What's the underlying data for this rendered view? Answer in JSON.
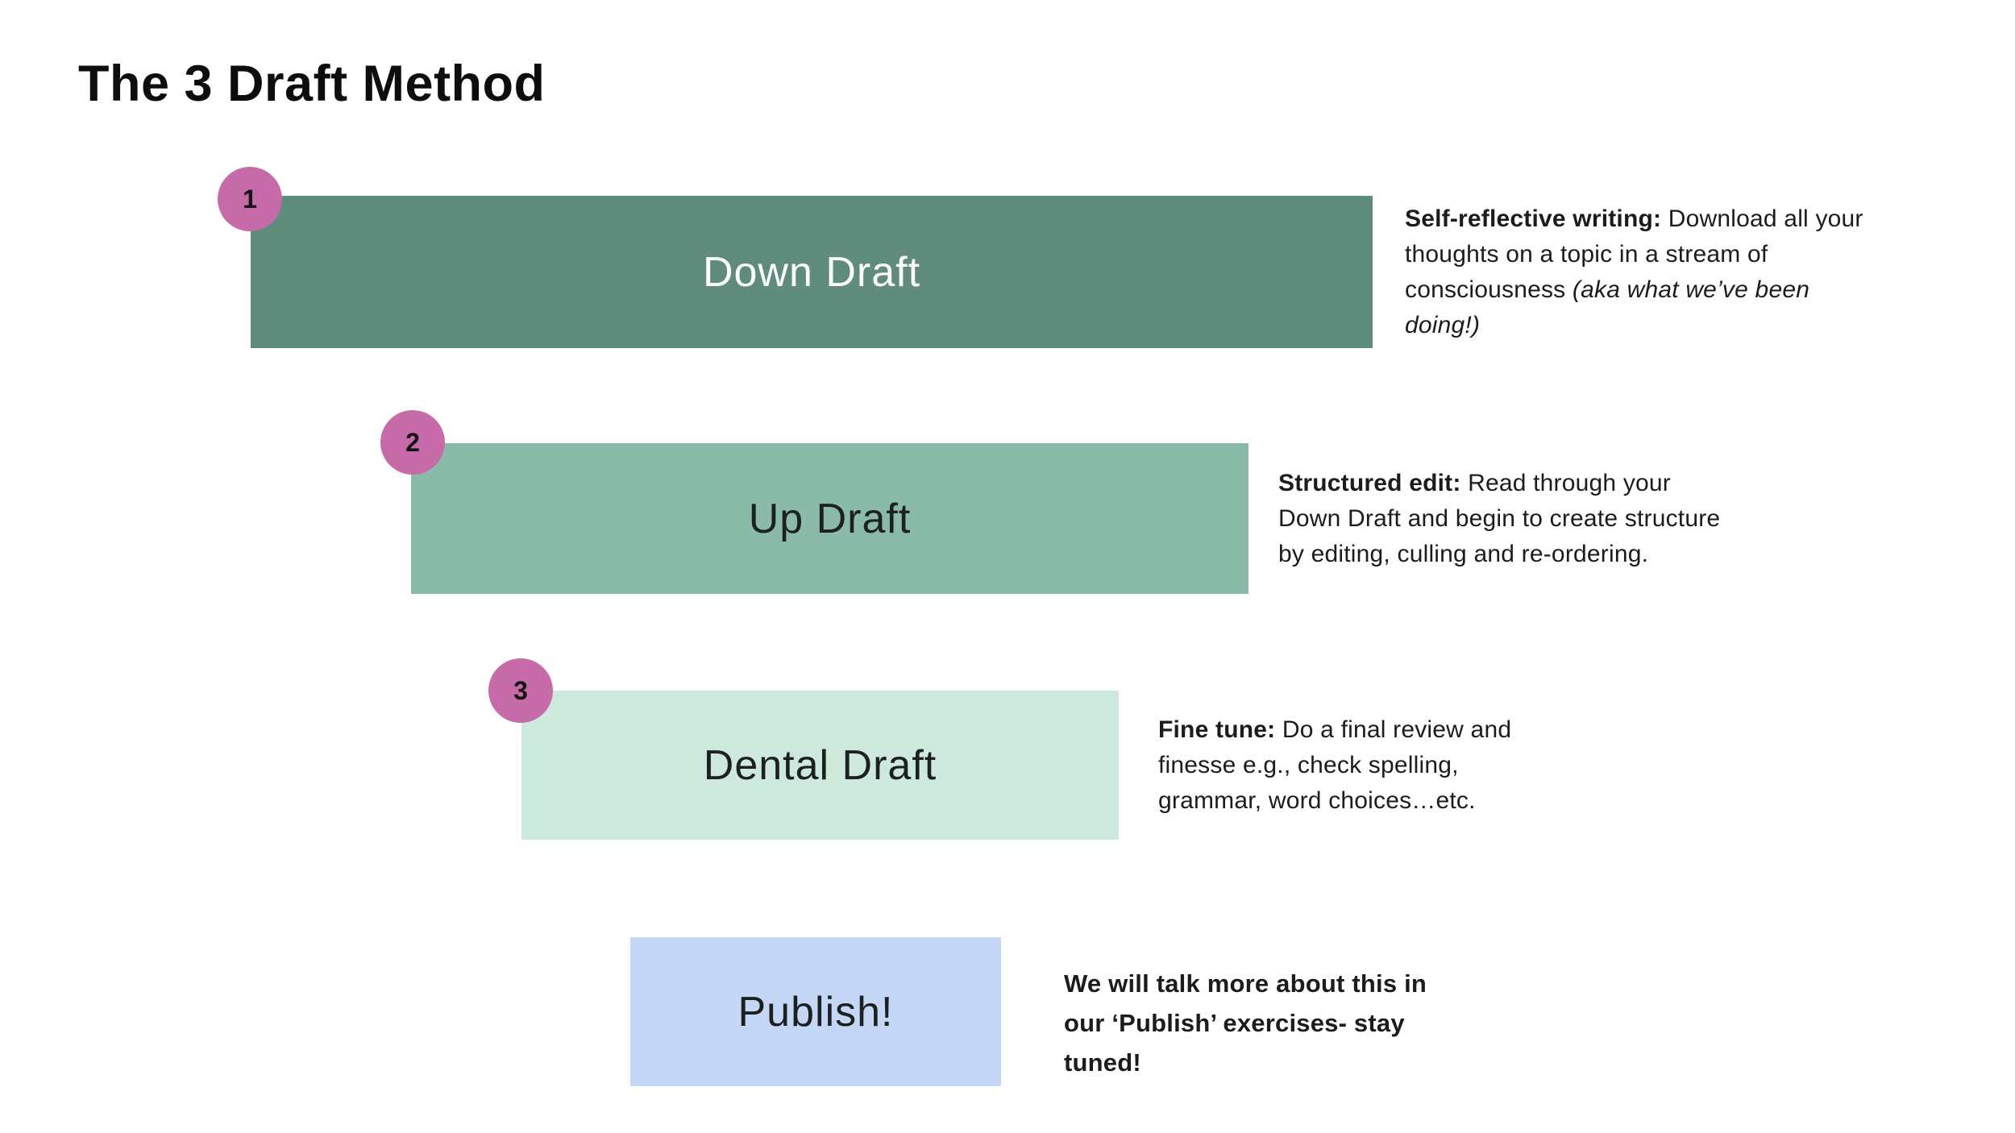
{
  "title": "The 3 Draft Method",
  "colors": {
    "badge": "#c76ba8",
    "badge_number": "#141414",
    "bar1": "#5f8c7c",
    "bar2": "#8abba9",
    "bar3": "#cde8dd",
    "bar4": "#c5d7f7",
    "bar1_label": "#fbfdfc",
    "bar_dark_label": "#1c211f",
    "body_text": "#1c1c1c"
  },
  "steps": [
    {
      "number": "1",
      "label": "Down Draft",
      "desc_lines": [
        [
          {
            "t": "Self-reflective writing:",
            "b": true
          },
          {
            "t": " Download all your"
          }
        ],
        [
          {
            "t": "thoughts on a topic in a stream of"
          }
        ],
        [
          {
            "t": "consciousness "
          },
          {
            "t": "(aka what we’ve been",
            "i": true
          }
        ],
        [
          {
            "t": "doing!)",
            "i": true
          }
        ]
      ]
    },
    {
      "number": "2",
      "label": "Up Draft",
      "desc_lines": [
        [
          {
            "t": "Structured edit:",
            "b": true
          },
          {
            "t": " Read through your"
          }
        ],
        [
          {
            "t": "Down Draft and begin to create structure"
          }
        ],
        [
          {
            "t": "by editing, culling and re-ordering."
          }
        ]
      ]
    },
    {
      "number": "3",
      "label": "Dental Draft",
      "desc_lines": [
        [
          {
            "t": "Fine tune:",
            "b": true
          },
          {
            "t": " Do a final review and"
          }
        ],
        [
          {
            "t": "finesse e.g., check spelling,"
          }
        ],
        [
          {
            "t": "grammar, word choices…etc."
          }
        ]
      ]
    }
  ],
  "publish": {
    "label": "Publish!",
    "desc_lines": [
      [
        {
          "t": "We will talk more about this in",
          "b": true
        }
      ],
      [
        {
          "t": "our ‘Publish’ exercises- stay",
          "b": true
        }
      ],
      [
        {
          "t": "tuned!",
          "b": true
        }
      ]
    ]
  }
}
